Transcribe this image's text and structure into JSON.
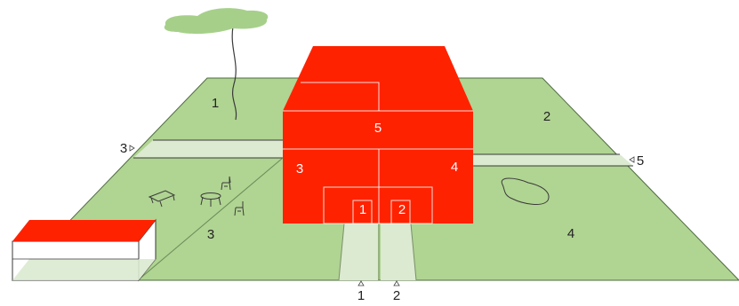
{
  "plot_labels": {
    "plot_1": "1",
    "plot_2": "2",
    "plot_3": "3",
    "plot_4": "4"
  },
  "house_labels": {
    "unit_1": "1",
    "unit_2": "2",
    "unit_3": "3",
    "unit_4": "4",
    "unit_5": "5"
  },
  "access_markers": {
    "left_path": "3",
    "right_path": "5",
    "bottom_left": "1",
    "bottom_right": "2"
  },
  "colors": {
    "lawn": "#b0d492",
    "path": "#dbead0",
    "house": "#ff2200",
    "tree_canopy": "#a6d08a"
  }
}
